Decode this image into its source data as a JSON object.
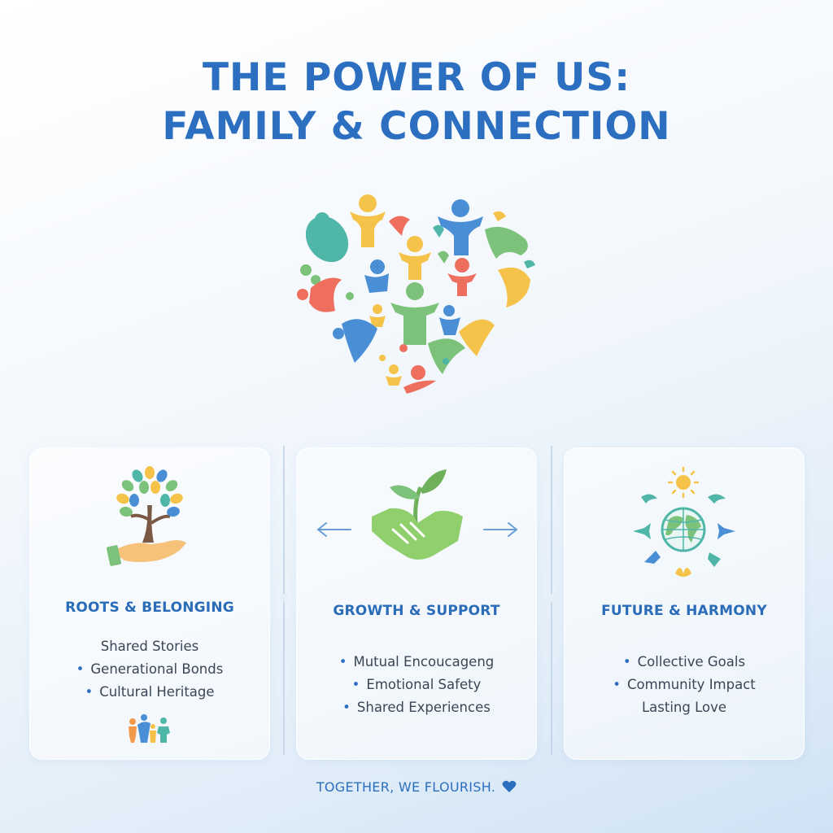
{
  "title": {
    "line1": "THE POWER OF US:",
    "line2": "FAMILY & CONNECTION"
  },
  "cards": [
    {
      "heading": "ROOTS & BELONGING",
      "icon": "tree-in-hand-icon",
      "items": [
        "Shared Stories",
        "Generational Bonds",
        "Cultural Heritage"
      ],
      "bottom_icon": "family-group-icon"
    },
    {
      "heading": "GROWTH & SUPPORT",
      "icon": "handshake-sprout-icon",
      "items": [
        "Mutual Encoucageng",
        "Emotional Safety",
        "Shared Experiences"
      ]
    },
    {
      "heading": "FUTURE & HARMONY",
      "icon": "globe-birds-icon",
      "items": [
        "Collective Goals",
        "Community Impact",
        "Lasting Love"
      ]
    }
  ],
  "footer": {
    "text": "TOGETHER, WE FLOURISH.",
    "icon": "heart-icon"
  },
  "colors": {
    "primary": "#2c6fc0",
    "blue": "#4a8fd6",
    "green": "#7cc27a",
    "teal": "#4fb6a8",
    "yellow": "#f6c34a",
    "coral": "#ef6f5e"
  }
}
